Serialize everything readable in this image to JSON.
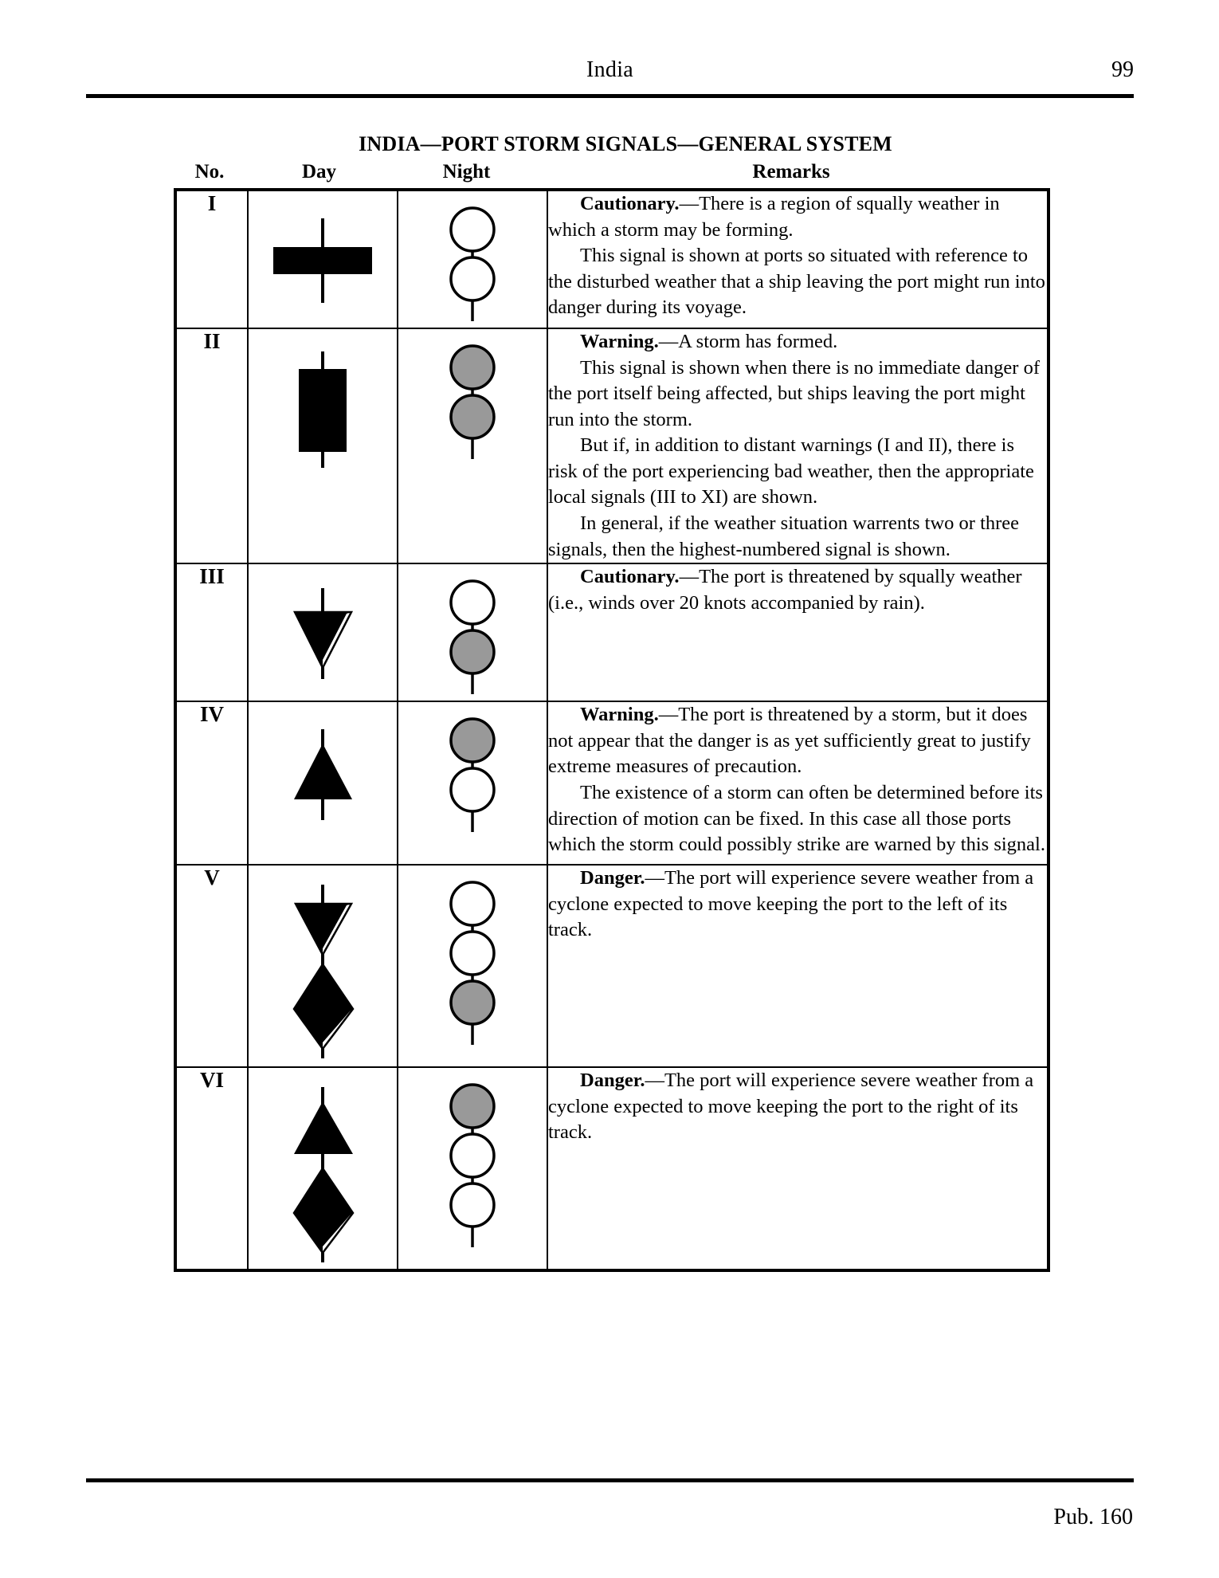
{
  "header": {
    "title": "India",
    "page_number": "99"
  },
  "footer": {
    "publication": "Pub. 160"
  },
  "table": {
    "title": "INDIA—PORT STORM SIGNALS—GENERAL SYSTEM",
    "columns": {
      "no": "No.",
      "day": "Day",
      "night": "Night",
      "remarks": "Remarks"
    },
    "rows": [
      {
        "no": "I",
        "day_symbol": "black-horizontal-bar-on-mast",
        "night_symbol": "white-circle-over-white-circle",
        "remarks_lead": "Cautionary.",
        "remarks_paragraphs": [
          "—There is a region of squally weather in which a storm may be forming.",
          "This signal is shown at ports so situated with reference to the disturbed weather that a ship leaving the port might run into danger during its voyage."
        ]
      },
      {
        "no": "II",
        "day_symbol": "black-vertical-rectangle-on-mast",
        "night_symbol": "red-circle-over-red-circle",
        "remarks_lead": "Warning.",
        "remarks_paragraphs": [
          "—A storm has formed.",
          "This signal is shown when there is no immediate danger of the port itself being affected, but ships leaving the port might run into the storm.",
          "But if, in addition to distant warnings (I and II), there is risk of the port experiencing bad weather, then the appropriate local signals (III to XI) are shown.",
          "In general, if the weather situation warrents two or three signals, then the highest-numbered signal is shown."
        ]
      },
      {
        "no": "III",
        "day_symbol": "black-cone-point-down-on-mast",
        "night_symbol": "white-circle-over-red-circle",
        "remarks_lead": "Cautionary.",
        "remarks_paragraphs": [
          "—The port is threatened by squally weather (i.e., winds over 20 knots accompanied by rain)."
        ]
      },
      {
        "no": "IV",
        "day_symbol": "black-cone-point-up-on-mast",
        "night_symbol": "red-circle-over-white-circle",
        "remarks_lead": "Warning.",
        "remarks_paragraphs": [
          "—The port is threatened by a storm, but it does not appear that the danger is as yet sufficiently great to justify extreme measures of precaution.",
          "The existence of a storm can often be determined before its direction of motion can be fixed.  In this case all those ports which the storm could possibly strike are warned by this signal."
        ]
      },
      {
        "no": "V",
        "day_symbol": "black-cone-point-down-over-black-diamond-on-mast",
        "night_symbol": "white-circle-white-circle-red-circle",
        "remarks_lead": "Danger.",
        "remarks_paragraphs": [
          "—The port will experience severe weather from a cyclone expected to move keeping the port to the left of its track."
        ]
      },
      {
        "no": "VI",
        "day_symbol": "black-cone-point-up-over-black-diamond-on-mast",
        "night_symbol": "red-circle-white-circle-white-circle",
        "remarks_lead": "Danger.",
        "remarks_paragraphs": [
          "—The port will experience severe weather from a cyclone expected to move keeping the port to the right of its track."
        ]
      }
    ]
  },
  "colors": {
    "ink": "#000000",
    "paper": "#ffffff",
    "red_lamp_fill": "#999999",
    "white_lamp_fill": "#ffffff"
  }
}
